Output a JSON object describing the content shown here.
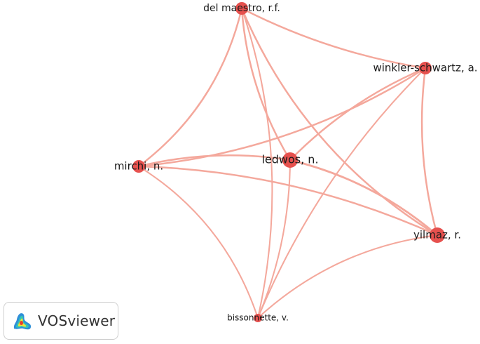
{
  "network": {
    "nodes": [
      {
        "id": "del",
        "label": "del maestro, r.f.",
        "weight": 2
      },
      {
        "id": "wink",
        "label": "winkler-schwartz, a.",
        "weight": 2
      },
      {
        "id": "mir",
        "label": "mirchi, n.",
        "weight": 2
      },
      {
        "id": "led",
        "label": "ledwos, n.",
        "weight": 3
      },
      {
        "id": "yil",
        "label": "yilmaz, r.",
        "weight": 3
      },
      {
        "id": "bis",
        "label": "bissonnette, v.",
        "weight": 1
      }
    ],
    "edges": [
      {
        "source": "del",
        "target": "wink"
      },
      {
        "source": "del",
        "target": "mir"
      },
      {
        "source": "del",
        "target": "led"
      },
      {
        "source": "del",
        "target": "yil"
      },
      {
        "source": "del",
        "target": "bis"
      },
      {
        "source": "wink",
        "target": "mir"
      },
      {
        "source": "wink",
        "target": "led"
      },
      {
        "source": "wink",
        "target": "yil"
      },
      {
        "source": "wink",
        "target": "bis"
      },
      {
        "source": "mir",
        "target": "led"
      },
      {
        "source": "mir",
        "target": "yil"
      },
      {
        "source": "mir",
        "target": "bis"
      },
      {
        "source": "led",
        "target": "yil"
      },
      {
        "source": "led",
        "target": "bis"
      },
      {
        "source": "yil",
        "target": "bis"
      }
    ]
  },
  "brand": {
    "name": "VOSviewer",
    "logo_icon": "vosviewer-logo-icon"
  },
  "colors": {
    "node": "#e6514e",
    "edge": "#f4a89c",
    "label": "#1a1a1a"
  }
}
